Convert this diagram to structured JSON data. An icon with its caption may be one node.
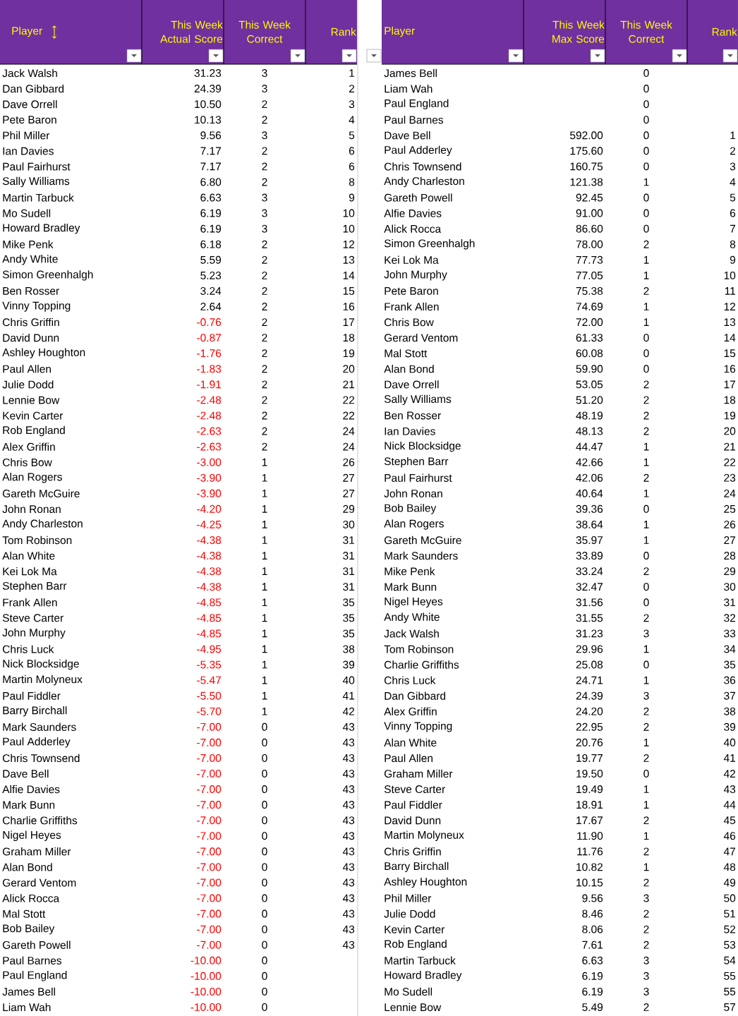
{
  "diagram": {
    "labels": [
      "Player",
      "This Week Actual Score",
      "This Week Correct",
      "Rank",
      "Jack Walsh",
      "31.23",
      "3",
      "1",
      "Dan Gibbard",
      "24.39",
      "3",
      "2",
      "Dave Orrell",
      "10.50",
      "2",
      "3",
      "Pete Baron",
      "10.13",
      "2",
      "4",
      "Phil Miller",
      "9.56",
      "3",
      "5",
      "Ian Davies",
      "7.17",
      "2",
      "6",
      "Paul Fairhurst",
      "7.17",
      "2",
      "6",
      "Sally Williams",
      "6.80",
      "2",
      "8",
      "Martin Tarbuck",
      "6.63",
      "3",
      "9",
      "Mo Sudell",
      "6.19",
      "3",
      "10",
      "Howard Bradley",
      "6.19",
      "3",
      "10",
      "Mike Penk",
      "6.18",
      "2",
      "12",
      "Andy White",
      "5.59",
      "2",
      "13",
      "Simon Greenhalgh",
      "5.23",
      "2",
      "14",
      "Ben Rosser",
      "3.24",
      "2",
      "15",
      "Vinny Topping",
      "2.64",
      "2",
      "16",
      "Chris Griffin",
      "-0.76",
      "2",
      "17",
      "David Dunn",
      "-0.87",
      "2",
      "18",
      "Ashley Houghton",
      "-1.76",
      "2",
      "19",
      "Paul Allen",
      "-1.83",
      "2",
      "20",
      "Julie Dodd",
      "-1.91",
      "2",
      "21",
      "Lennie Bow",
      "-2.48",
      "2",
      "22",
      "Kevin Carter",
      "-2.48",
      "2",
      "22",
      "Rob England",
      "-2.63",
      "2",
      "24",
      "Alex Griffin",
      "-2.63",
      "2",
      "24",
      "Chris Bow",
      "-3.00",
      "1",
      "26",
      "Alan Rogers",
      "-3.90",
      "1",
      "27",
      "Gareth McGuire",
      "-3.90",
      "1",
      "27",
      "John Ronan",
      "-4.20",
      "1",
      "29",
      "Andy Charleston",
      "-4.25",
      "1",
      "30",
      "Tom Robinson",
      "-4.38",
      "1",
      "31",
      "Alan White",
      "-4.38",
      "1",
      "31",
      "Kei Lok Ma",
      "-4.38",
      "1",
      "31",
      "Stephen Barr",
      "-4.38",
      "1",
      "31",
      "Frank Allen",
      "-4.85",
      "1",
      "35",
      "Steve Carter",
      "-4.85",
      "1",
      "35",
      "John Murphy",
      "-4.85",
      "1",
      "35",
      "Chris Luck",
      "-4.95",
      "1",
      "38",
      "Nick Blocksidge",
      "-5.35",
      "1",
      "39",
      "Martin Molyneux",
      "-5.47",
      "1",
      "40",
      "Paul Fiddler",
      "-5.50",
      "1",
      "41",
      "Barry Birchall",
      "-5.70",
      "1",
      "42",
      "Mark Saunders",
      "-7.00",
      "0",
      "43",
      "Paul Adderley",
      "-7.00",
      "0",
      "43",
      "Chris Townsend",
      "-7.00",
      "0",
      "43",
      "Dave Bell",
      "-7.00",
      "0",
      "43",
      "Alfie Davies",
      "-7.00",
      "0",
      "43",
      "Mark Bunn",
      "-7.00",
      "0",
      "43",
      "Charlie Griffiths",
      "-7.00",
      "0",
      "43",
      "Nigel Heyes",
      "-7.00",
      "0",
      "43",
      "Graham Miller",
      "-7.00",
      "0",
      "43",
      "Alan Bond",
      "-7.00",
      "0",
      "43",
      "Gerard Ventom",
      "-7.00",
      "0",
      "43",
      "Alick Rocca",
      "-7.00",
      "0",
      "43",
      "Mal Stott",
      "-7.00",
      "0",
      "43",
      "Bob Bailey",
      "-7.00",
      "0",
      "43",
      "Gareth Powell",
      "-7.00",
      "0",
      "43",
      "Paul Barnes",
      "-10.00",
      "0",
      "Paul England",
      "-10.00",
      "0",
      "James Bell",
      "-10.00",
      "0",
      "Liam Wah",
      "-10.00",
      "0",
      "Player",
      "This Week Max Score",
      "This Week Correct",
      "Rank",
      "James Bell",
      "0",
      "Liam Wah",
      "0",
      "Paul England",
      "0",
      "Paul Barnes",
      "0",
      "Dave Bell",
      "592.00",
      "0",
      "1",
      "Paul Adderley",
      "175.60",
      "0",
      "2",
      "Chris Townsend",
      "160.75",
      "0",
      "3",
      "Andy Charleston",
      "121.38",
      "1",
      "4",
      "Gareth Powell",
      "92.45",
      "0",
      "5",
      "Alfie Davies",
      "91.00",
      "0",
      "6",
      "Alick Rocca",
      "86.60",
      "0",
      "7",
      "Simon Greenhalgh",
      "78.00",
      "2",
      "8",
      "Kei Lok Ma",
      "77.73",
      "1",
      "9",
      "John Murphy",
      "77.05",
      "1",
      "10",
      "Pete Baron",
      "75.38",
      "2",
      "11",
      "Frank Allen",
      "74.69",
      "1",
      "12",
      "Chris Bow",
      "72.00",
      "1",
      "13",
      "Gerard Ventom",
      "61.33",
      "0",
      "14",
      "Mal Stott",
      "60.08",
      "0",
      "15",
      "Alan Bond",
      "59.90",
      "0",
      "16",
      "Dave Orrell",
      "53.05",
      "2",
      "17",
      "Sally Williams",
      "51.20",
      "2",
      "18",
      "Ben Rosser",
      "48.19",
      "2",
      "19",
      "Ian Davies",
      "48.13",
      "2",
      "20",
      "Nick Blocksidge",
      "44.47",
      "1",
      "21",
      "Stephen Barr",
      "42.66",
      "1",
      "22",
      "Paul Fairhurst",
      "42.06",
      "2",
      "23",
      "John Ronan",
      "40.64",
      "1",
      "24",
      "Bob Bailey",
      "39.36",
      "0",
      "25",
      "Alan Rogers",
      "38.64",
      "1",
      "26",
      "Gareth McGuire",
      "35.97",
      "1",
      "27",
      "Mark Saunders",
      "33.89",
      "0",
      "28",
      "Mike Penk",
      "33.24",
      "2",
      "29",
      "Mark Bunn",
      "32.47",
      "0",
      "30",
      "Nigel Heyes",
      "31.56",
      "0",
      "31",
      "Andy White",
      "31.55",
      "2",
      "32",
      "Jack Walsh",
      "31.23",
      "3",
      "33",
      "Tom Robinson",
      "29.96",
      "1",
      "34",
      "Charlie Griffiths",
      "25.08",
      "0",
      "35",
      "Chris Luck",
      "24.71",
      "1",
      "36",
      "Dan Gibbard",
      "24.39",
      "3",
      "37",
      "Alex Griffin",
      "24.20",
      "2",
      "38",
      "Vinny Topping",
      "22.95",
      "2",
      "39",
      "Alan White",
      "20.76",
      "1",
      "40",
      "Paul Allen",
      "19.77",
      "2",
      "41",
      "Graham Miller",
      "19.50",
      "0",
      "42",
      "Steve Carter",
      "19.49",
      "1",
      "43",
      "Paul Fiddler",
      "18.91",
      "1",
      "44",
      "David Dunn",
      "17.67",
      "2",
      "45",
      "Martin Molyneux",
      "11.90",
      "1",
      "46",
      "Chris Griffin",
      "11.76",
      "2",
      "47",
      "Barry Birchall",
      "10.82",
      "1",
      "48",
      "Ashley Houghton",
      "10.15",
      "2",
      "49",
      "Phil Miller",
      "9.56",
      "3",
      "50",
      "Julie Dodd",
      "8.46",
      "2",
      "51",
      "Kevin Carter",
      "8.06",
      "2",
      "52",
      "Rob England",
      "7.61",
      "2",
      "53",
      "Martin Tarbuck",
      "6.63",
      "3",
      "54",
      "Howard Bradley",
      "6.19",
      "3",
      "55",
      "Mo Sudell",
      "6.19",
      "3",
      "55",
      "Lennie Bow",
      "5.49",
      "2",
      "57"
    ]
  }
}
